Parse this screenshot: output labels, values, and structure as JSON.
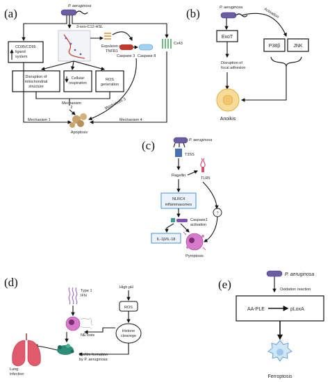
{
  "panels": {
    "a": {
      "label": "(a)",
      "organism": "P. aeruginosa",
      "molecule": "3-oxo-C12-HSL",
      "cd95": "CD95/CD95\nligand\nsystem",
      "expulsion": "Expulsion of\nTNFR1",
      "caspase3": "Caspase 3",
      "caspase8": "Caspase 8",
      "cx43": "Cx43",
      "mito": "Disruption of\nmitochondrial\nstructure",
      "cellular": "Cellular\nrespiration",
      "ros": "ROS\ngeneration",
      "mech1": "Mechanism 1",
      "mech2": "Mechanism\n2",
      "mech3": "Mechanism 3",
      "mech4": "Mechanism 4",
      "apoptosis": "Apoptosis"
    },
    "b": {
      "label": "(b)",
      "organism": "P. aeruginosa",
      "activation": "Activation",
      "exot": "ExoT",
      "p38": "P38β",
      "jnk": "JNK",
      "disruption": "Disruption of\nfocal adhesion",
      "anoikis": "Anoikis"
    },
    "c": {
      "label": "(c)",
      "organism": "P. aeruginosa",
      "t3ss": "T3SS",
      "flagellin": "Flagellin",
      "tlr5": "TLR5",
      "nlrc4": "NLRC4\ninflammasomes",
      "caspase1": "Caspase1\nactivation",
      "il": "IL-1β/IL-18",
      "question": "?",
      "pyroptosis": "Pyroptosis"
    },
    "d": {
      "label": "(d)",
      "type1ifn": "Type 1\nIFN",
      "highph": "High pH",
      "ros": "ROS",
      "netosis": "NETosis",
      "histone": "Histone\ncleavege",
      "biofilm": "Biofilm formation\nby P. aeruginosa",
      "lung": "Lung\ninfection"
    },
    "e": {
      "label": "(e)",
      "organism": "P. aeruginosa",
      "oxidation": "Oxidation reaction",
      "aaple": "AA-PLE",
      "ploxa": "pLoxA",
      "ferroptosis": "Ferroptosis"
    }
  },
  "colors": {
    "blue_box": "#4a8fd3",
    "pink_cell": "#d77ac9",
    "orange_cell": "#f2c86e",
    "red_caspase": "#c0392b",
    "light_caspase": "#9fd1f0",
    "green_cx43": "#3aa357",
    "lung_red": "#e05a6c",
    "biofilm_teal": "#2f8c77"
  }
}
